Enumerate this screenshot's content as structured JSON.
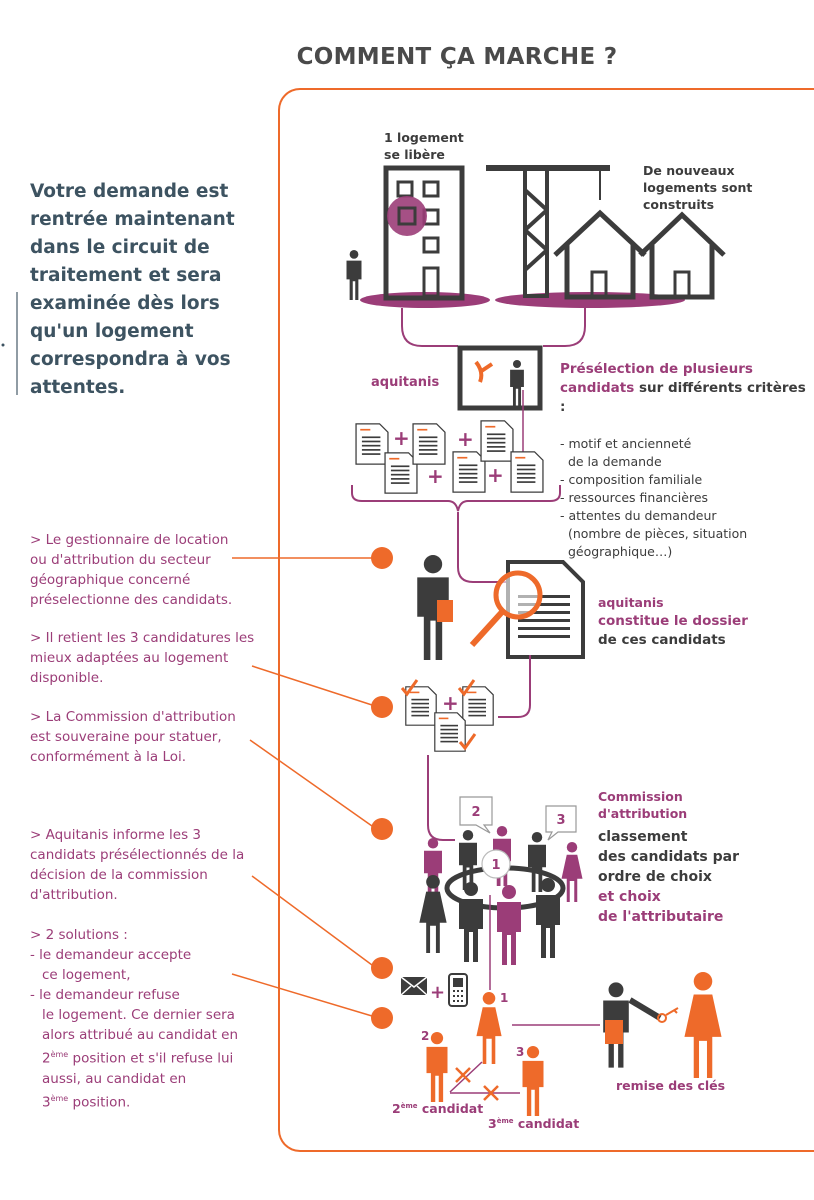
{
  "title": "COMMENT ÇA MARCHE ?",
  "intro": "Votre demande est rentrée maintenant dans le circuit de traitement et sera examinée dès lors qu'un logement correspondra à vos attentes.",
  "notes": [
    "> Le gestionnaire de location ou d'attribution du secteur géographique concerné préselectionne des candidats.",
    "> Il retient les 3 candidatures les mieux adaptées au logement disponible.",
    "> La Commission d'attribution est souveraine pour statuer, conformément à la Loi.",
    "> Aquitanis informe les 3 candidats présélectionnés de la décision de la commission d'attribution."
  ],
  "solutions": {
    "head": "> 2 solutions :",
    "l1": "- le demandeur accepte",
    "l2": "ce logement,",
    "l3": "- le demandeur refuse",
    "l4": "le logement. Ce dernier sera",
    "l5": "alors attribué au candidat en",
    "l6a": "2",
    "l6sup": "ème",
    "l6b": " position et s'il refuse lui",
    "l7": "aussi, au candidat en",
    "l8a": "3",
    "l8sup": "ème",
    "l8b": " position."
  },
  "diagram": {
    "logement_libere": [
      "1 logement",
      "se libère"
    ],
    "nouveaux": [
      "De nouveaux",
      "logements sont",
      "construits"
    ],
    "aquitanis": "aquitanis",
    "presel_title_p": "Présélection de plusieurs",
    "presel_title_p2": "candidats",
    "presel_title_g": " sur différents critères :",
    "criteria": [
      "- motif et ancienneté",
      "  de la demande",
      "- composition familiale",
      "- ressources financières",
      "- attentes du demandeur",
      "  (nombre de pièces, situation",
      "  géographique…)"
    ],
    "dossier_1": "aquitanis",
    "dossier_2": "constitue le dossier",
    "dossier_3": "de ces candidats",
    "commission_1": "Commission",
    "commission_2": "d'attribution",
    "classement": [
      "classement",
      "des candidats par",
      "ordre de choix"
    ],
    "choix": [
      "et choix",
      "de l'attributaire"
    ],
    "bubbles": [
      "1",
      "2",
      "3"
    ],
    "rank_labels": [
      "1",
      "2",
      "3"
    ],
    "cand2": {
      "n": "2",
      "sup": "ème",
      "t": "candidat"
    },
    "cand3": {
      "n": "3",
      "sup": "ème",
      "t": "candidat"
    },
    "remise": "remise des clés"
  },
  "colors": {
    "orange": "#ee6a2a",
    "purple": "#9b3d78",
    "dark": "#3c3c3c"
  }
}
